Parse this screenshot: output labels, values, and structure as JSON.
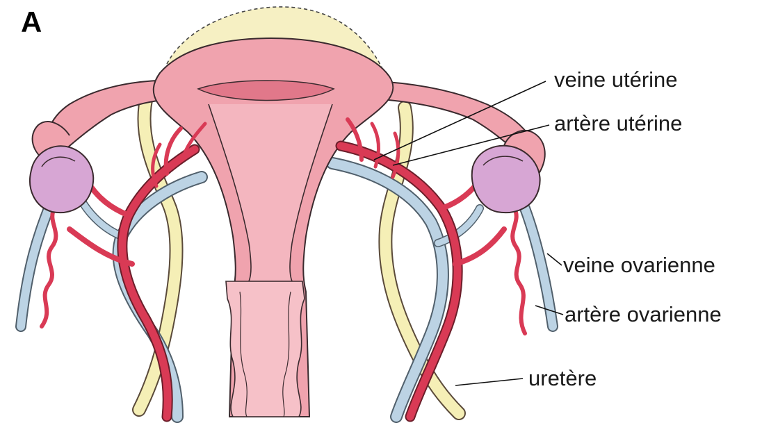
{
  "figure": {
    "panel_letter": "A",
    "labels": {
      "uterine_vein": "veine utérine",
      "uterine_artery": "artère utérine",
      "ovarian_vein": "veine ovarienne",
      "ovarian_artery": "artère ovarienne",
      "ureter": "uretère"
    }
  },
  "colors": {
    "uterus": "#f0a3ae",
    "uterus_dark": "#e1788a",
    "artery": "#d93a55",
    "vein": "#bcd3e4",
    "ureter": "#f5efb6",
    "ovary": "#d7a6d4",
    "outline": "#3a2a2e"
  }
}
